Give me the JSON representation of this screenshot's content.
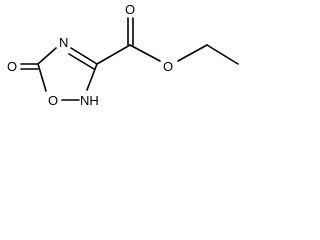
{
  "molecule": {
    "atoms": {
      "exo_oxygen": "O",
      "ring_nitrogen_top": "N",
      "ring_nh": "NH",
      "ring_oxygen": "O",
      "carbonyl_oxygen": "O",
      "ester_oxygen": "O"
    }
  }
}
